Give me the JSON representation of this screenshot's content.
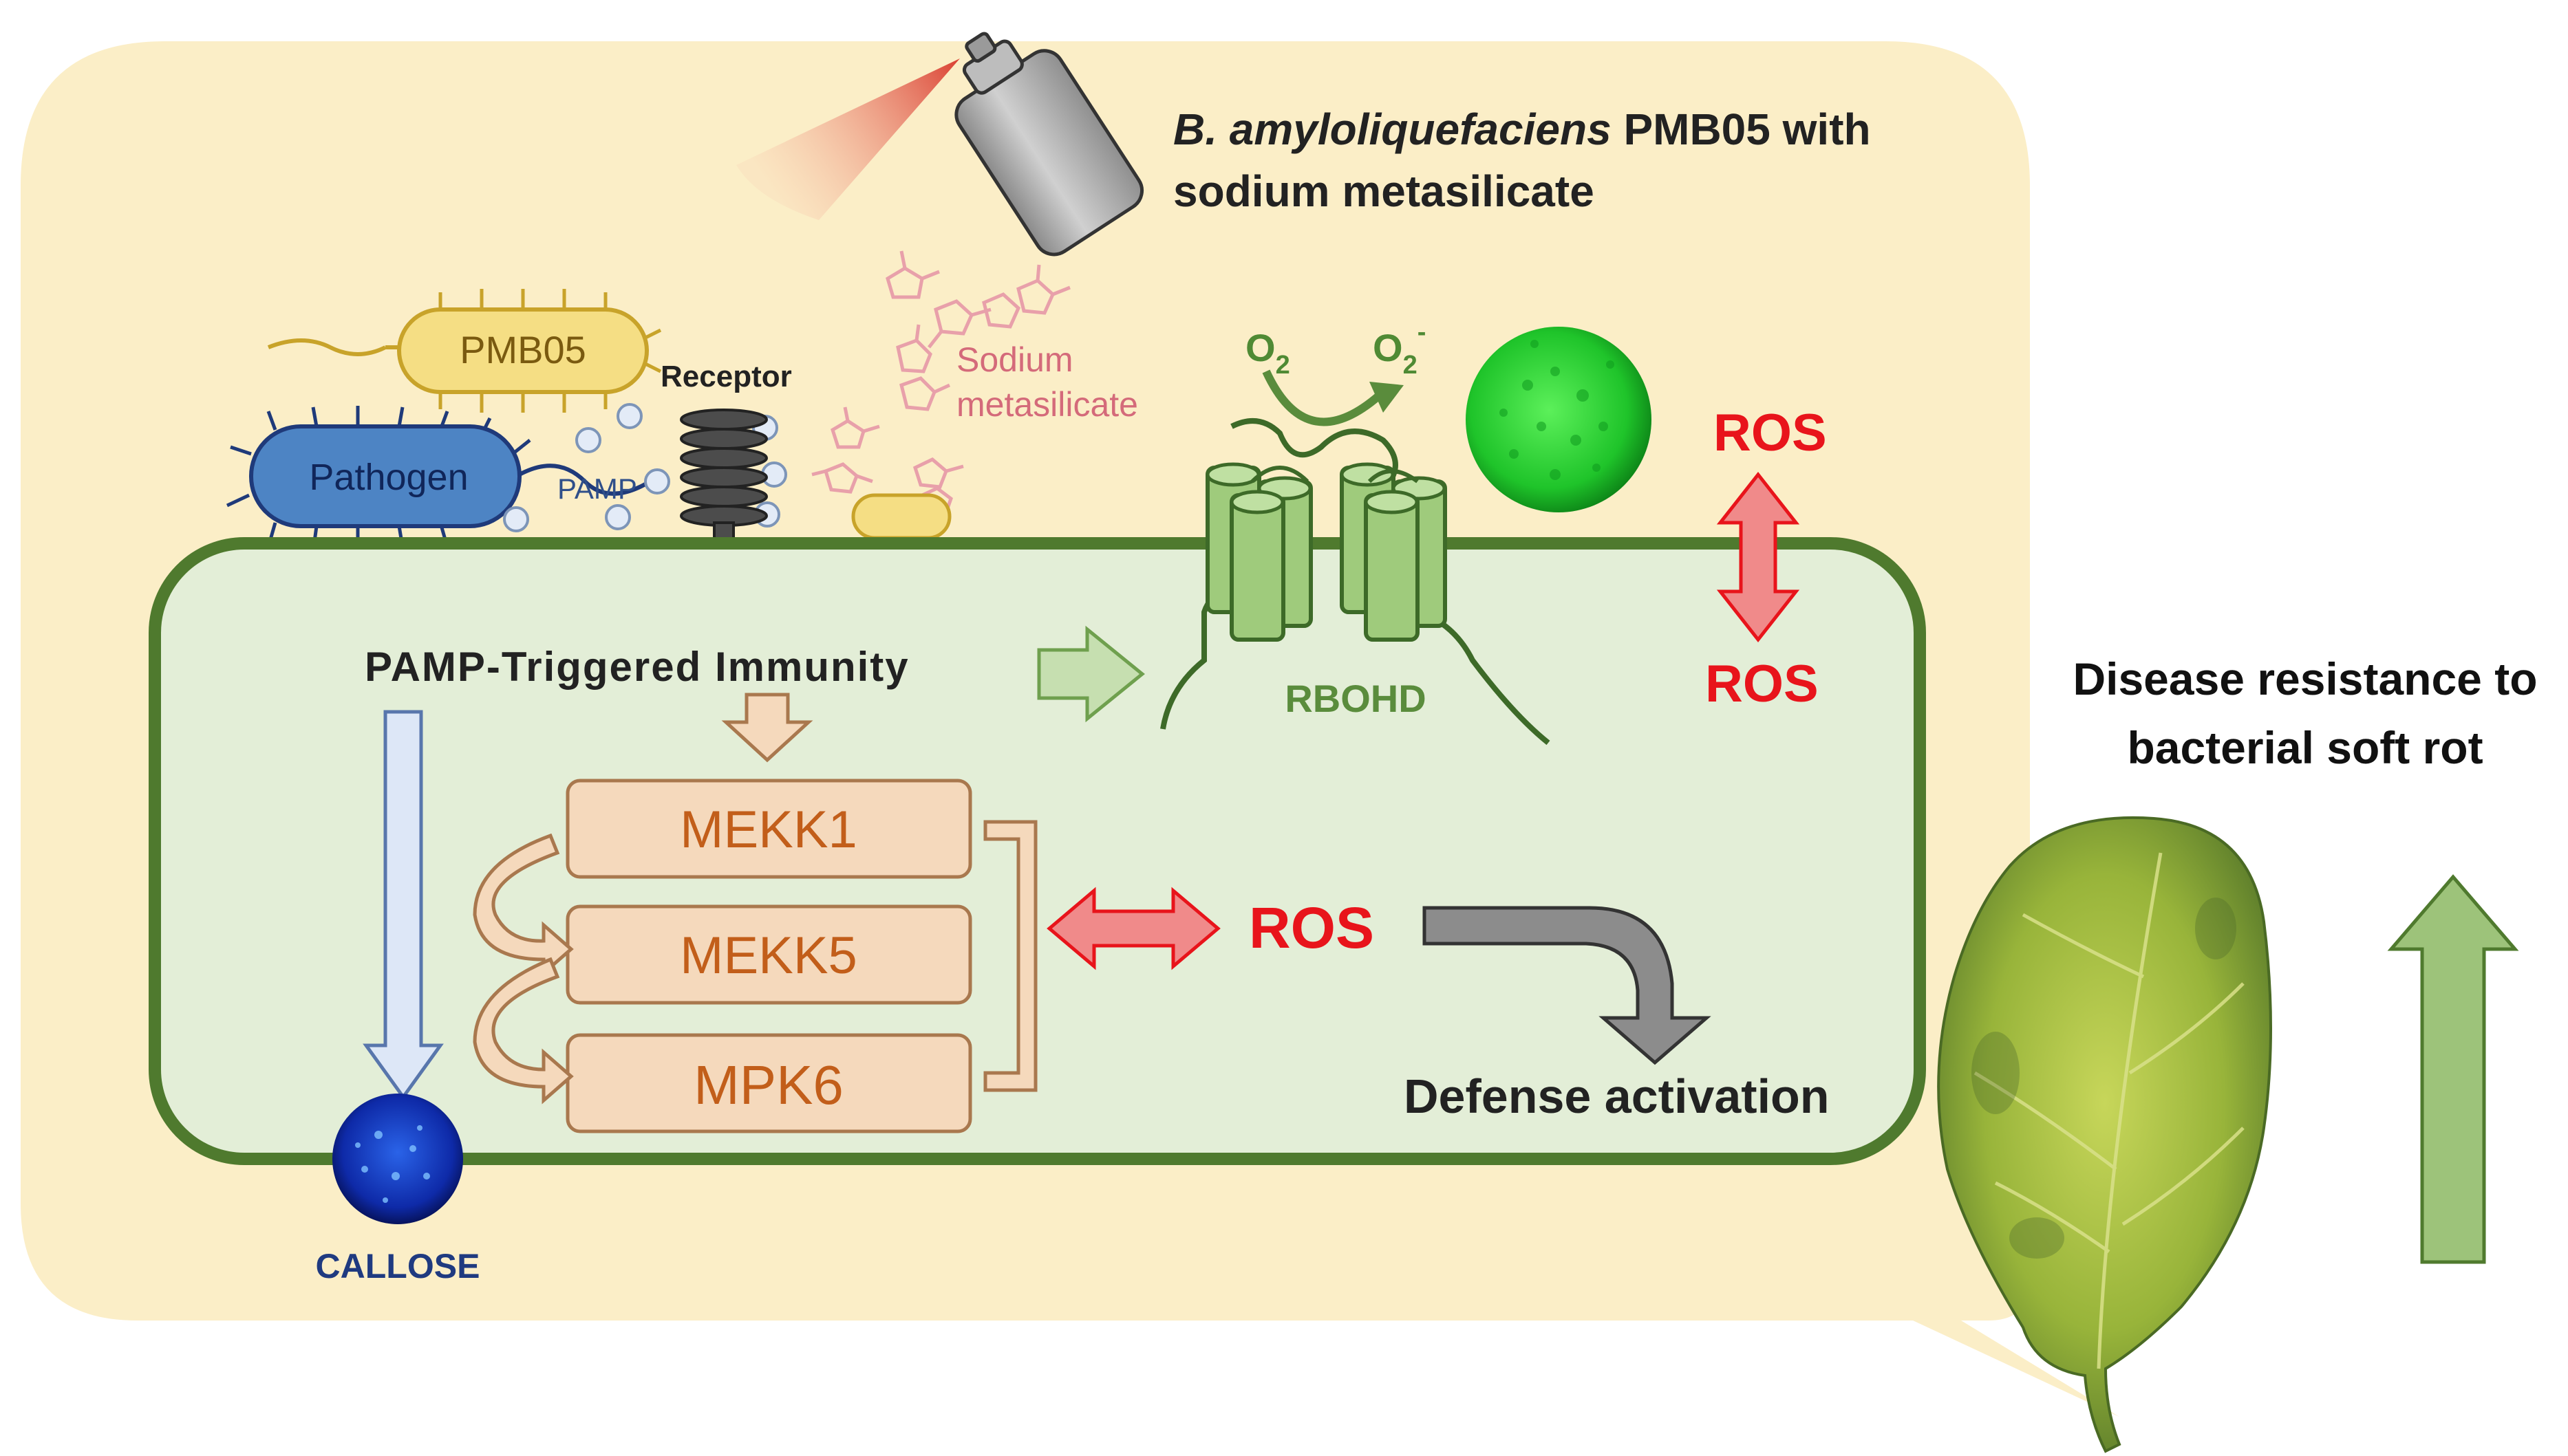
{
  "title": {
    "italic": "B. amyloliquefaciens",
    "rest_line1": " PMB05 with",
    "line2": "sodium metasilicate"
  },
  "labels": {
    "pmb05": "PMB05",
    "receptor": "Receptor",
    "pathogen": "Pathogen",
    "pamp": "PAMP",
    "sodium_line1": "Sodium",
    "sodium_line2": "metasilicate",
    "o2": "O",
    "o2_sub": "2",
    "o2minus": "O",
    "o2minus_sub": "2",
    "o2minus_sup": "-",
    "ros_outside": "ROS",
    "ros_inside": "ROS",
    "ros_center": "ROS",
    "pti": "PAMP-Triggered Immunity",
    "rbohd": "RBOHD",
    "mekk1": "MEKK1",
    "mekk5": "MEKK5",
    "mpk6": "MPK6",
    "defense": "Defense activation",
    "callose": "CALLOSE",
    "disease_line1": "Disease resistance to",
    "disease_line2": "bacterial soft rot"
  },
  "colors": {
    "background_panel": "#fbeec7",
    "cell_fill": "#e3eed7",
    "cell_border": "#4f7a2e",
    "ros_red": "#e8141b",
    "kinase_fill": "#f5d9bc",
    "kinase_border": "#a9784e",
    "kinase_text": "#c25e1a",
    "pathogen_fill": "#4d84c4",
    "pmb05_fill": "#f5de84",
    "rbohd_green": "#5a8c3c",
    "sodium_pink": "#d46a7a",
    "callose_blue": "#1f3a80",
    "up_arrow_green": "#9dc37a"
  }
}
